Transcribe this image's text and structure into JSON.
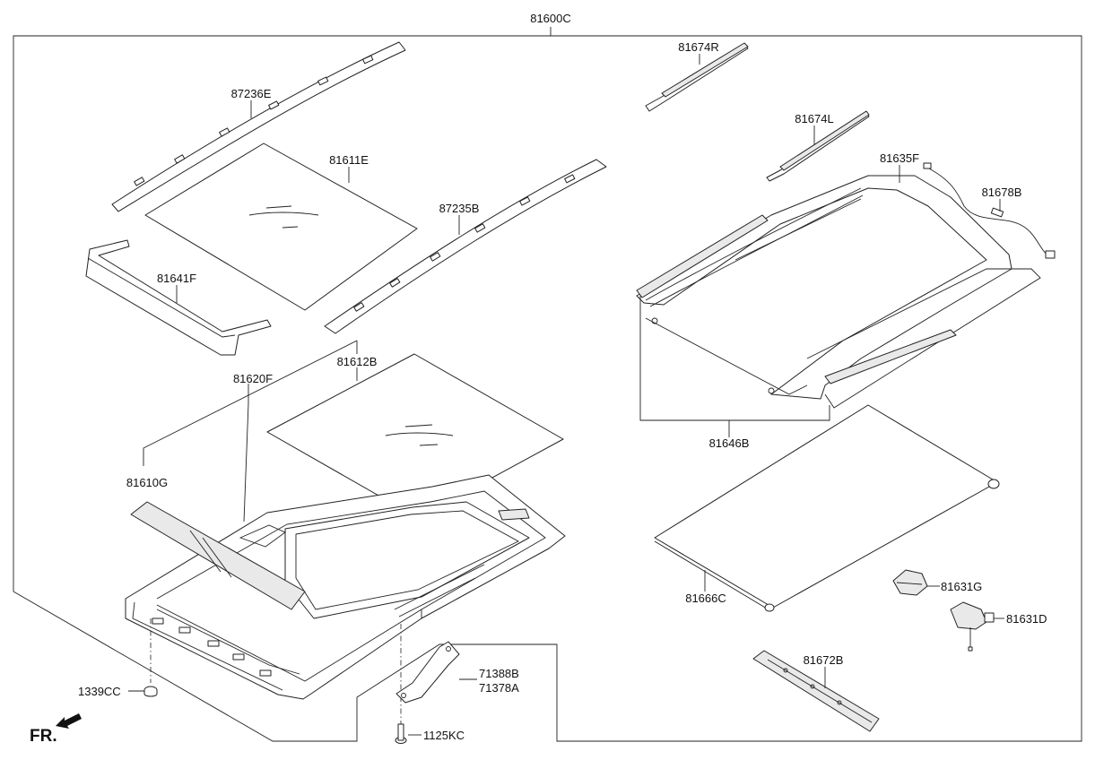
{
  "labels": {
    "p81600C": "81600C",
    "p87236E": "87236E",
    "p81611E": "81611E",
    "p87235B": "87235B",
    "p81641F": "81641F",
    "p81612B": "81612B",
    "p81620F": "81620F",
    "p81610G": "81610G",
    "p81674R": "81674R",
    "p81674L": "81674L",
    "p81635F": "81635F",
    "p81678B": "81678B",
    "p81646B": "81646B",
    "p81666C": "81666C",
    "p81631G": "81631G",
    "p81631D": "81631D",
    "p81672B": "81672B",
    "p71388B": "71388B",
    "p71378A": "71378A",
    "p1125KC": "1125KC",
    "p1339CC": "1339CC"
  },
  "front_indicator": "FR."
}
